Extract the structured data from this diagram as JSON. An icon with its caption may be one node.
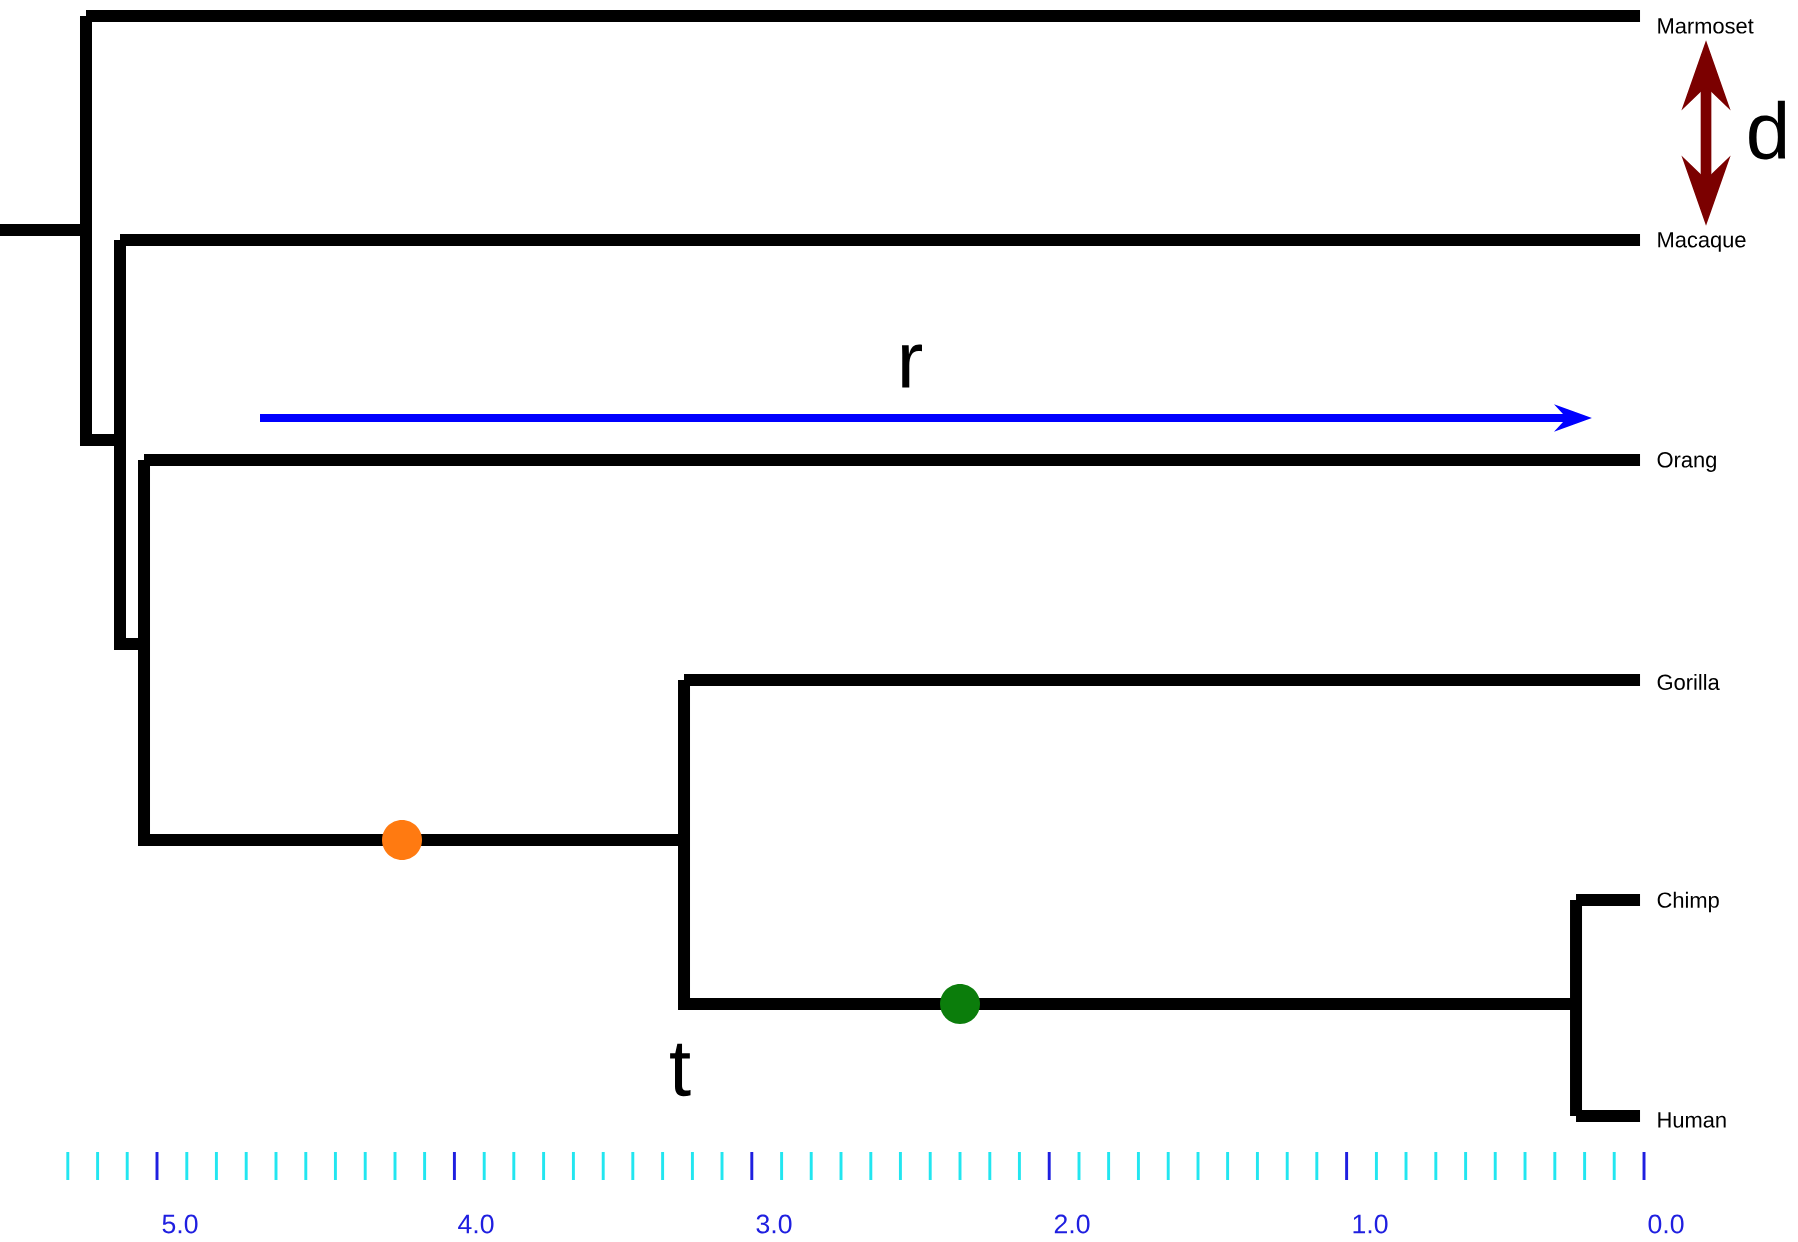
{
  "diagram": {
    "labels": [
      "Marmoset",
      "d",
      "Macaque",
      "r",
      "Orang",
      "Gorilla",
      "Chimp",
      "t",
      "Human",
      "5.0",
      "4.0",
      "3.0",
      "2.0",
      "1.0",
      "0.0"
    ]
  }
}
